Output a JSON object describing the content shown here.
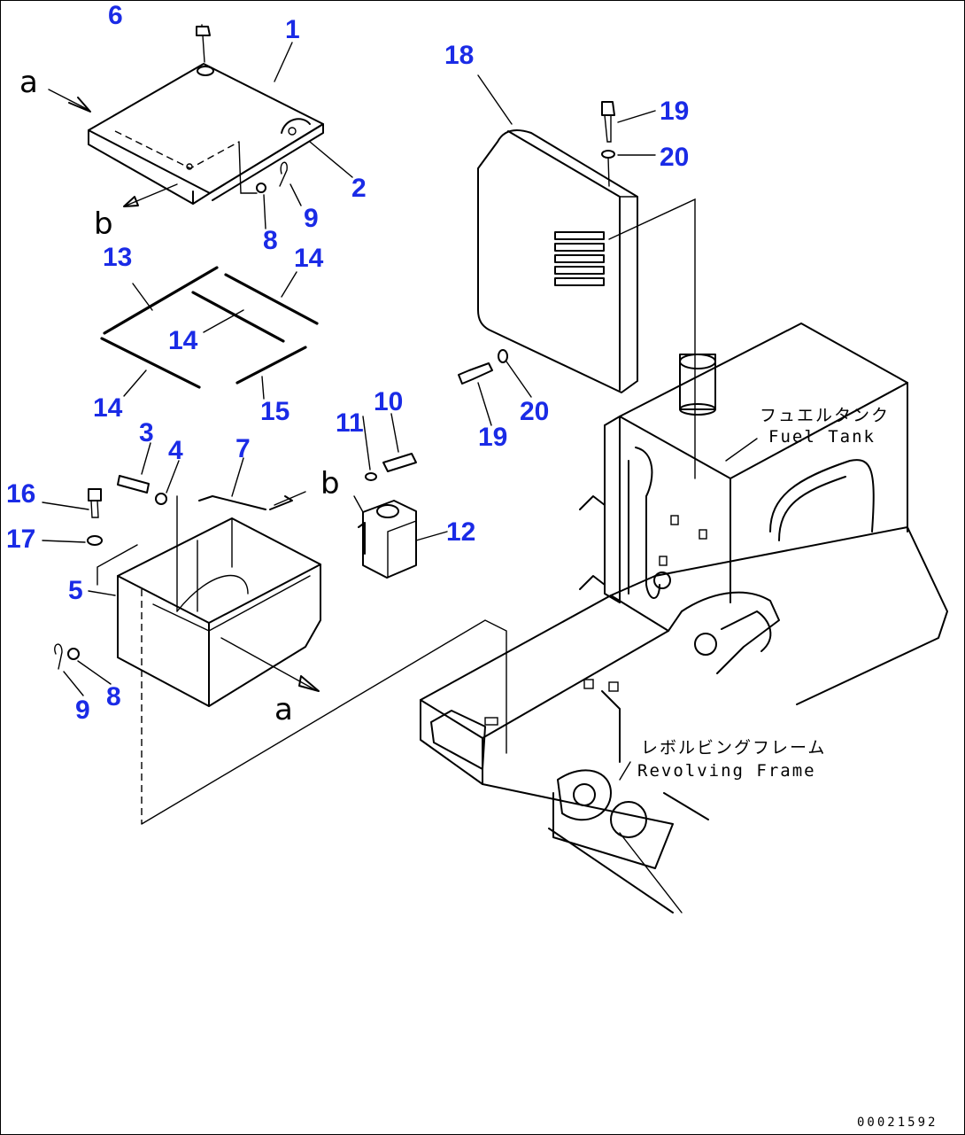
{
  "callouts": {
    "n1": "1",
    "n2": "2",
    "n3": "3",
    "n4": "4",
    "n5": "5",
    "n6": "6",
    "n7": "7",
    "n8a": "8",
    "n8b": "8",
    "n9a": "9",
    "n9b": "9",
    "n10": "10",
    "n11": "11",
    "n12": "12",
    "n13": "13",
    "n14a": "14",
    "n14b": "14",
    "n14c": "14",
    "n15": "15",
    "n16": "16",
    "n17": "17",
    "n18": "18",
    "n19a": "19",
    "n19b": "19",
    "n20a": "20",
    "n20b": "20"
  },
  "refs": {
    "a1": "a",
    "a2": "a",
    "b1": "b",
    "b2": "b"
  },
  "labels": {
    "fuel_tank_jp": "フュエルタンク",
    "fuel_tank_en": "Fuel Tank",
    "revolving_frame_jp": "レボルビングフレーム",
    "revolving_frame_en": "Revolving Frame"
  },
  "drawing_code": "00021592",
  "colors": {
    "callout": "#1a2be6",
    "line": "#000000"
  }
}
